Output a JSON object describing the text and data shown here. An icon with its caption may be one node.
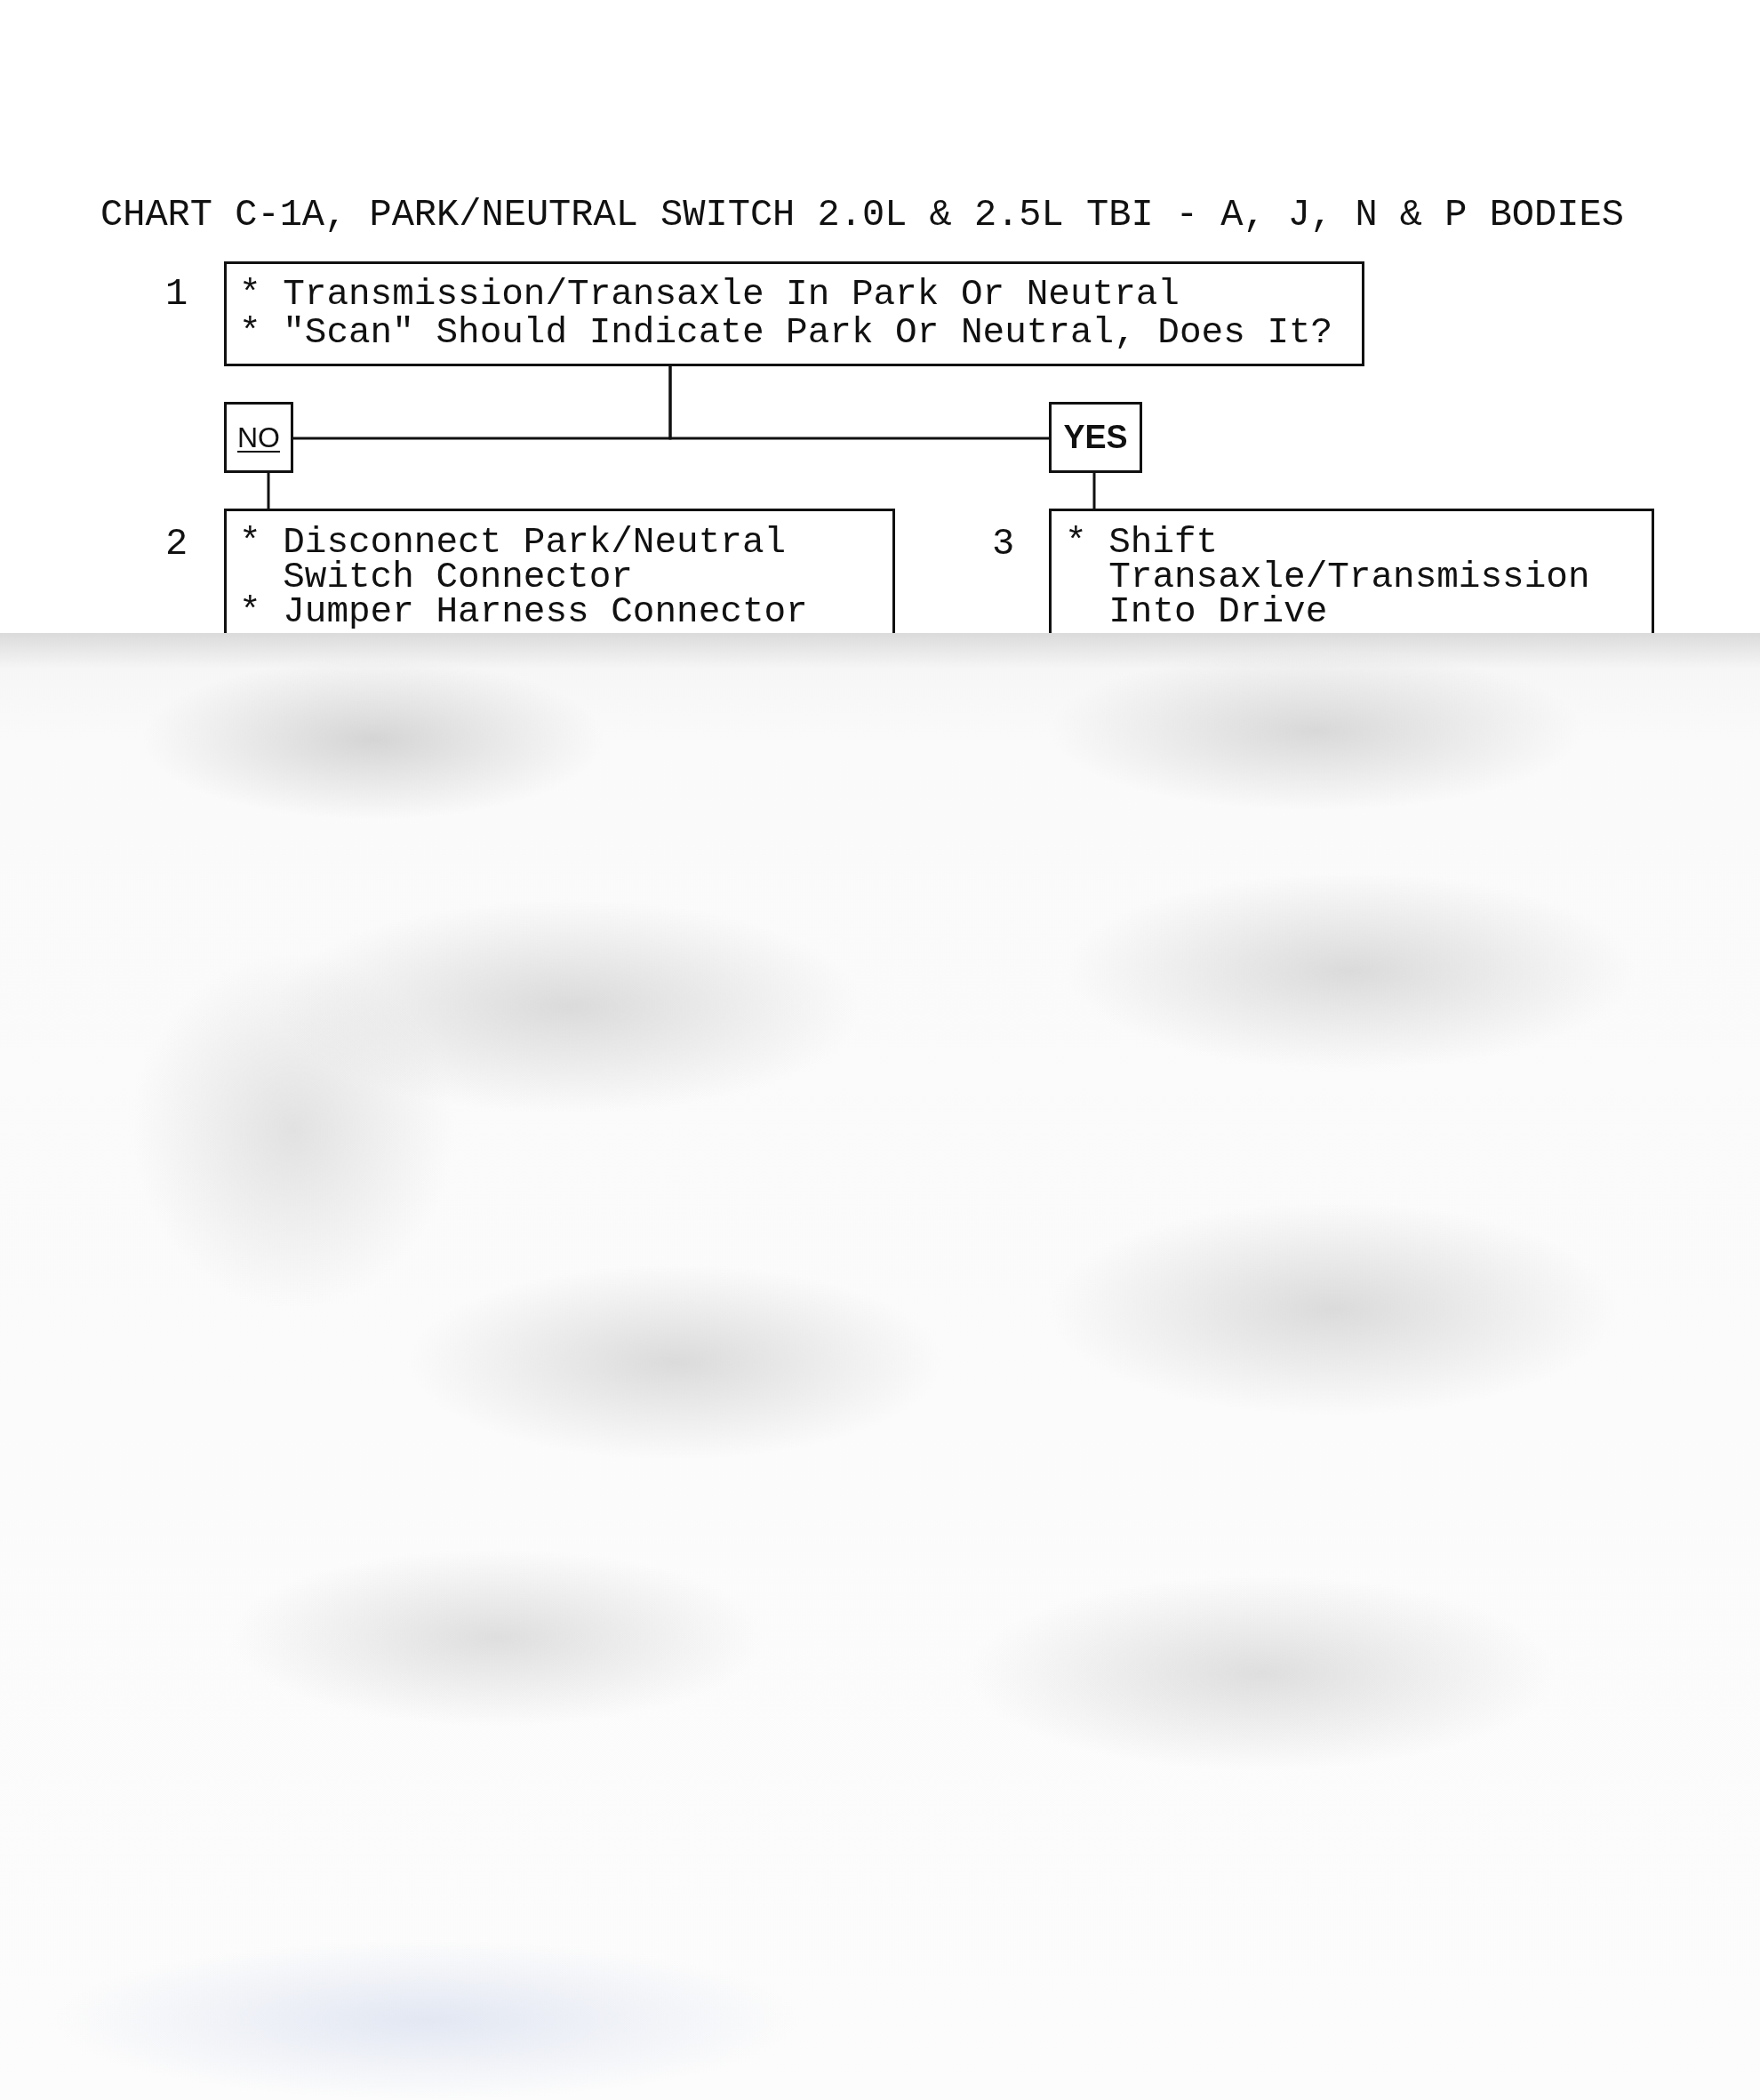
{
  "diagram": {
    "title": "CHART C-1A, PARK/NEUTRAL SWITCH 2.0L & 2.5L TBI - A, J, N & P BODIES",
    "nodes": [
      {
        "text": [
          "* Transmission/Transaxle In Park Or Neutral",
          "* \"Scan\" Should Indicate Park Or Neutral, Does It?"
        ],
        "beside": [
          "1"
        ]
      },
      {
        "text": [
          "NO"
        ]
      },
      {
        "text": [
          "YES"
        ]
      },
      {
        "text": [
          "* Disconnect Park/Neutral Switch Connector",
          "* Jumper Harness Connector"
        ],
        "beside": [
          "2"
        ]
      },
      {
        "text": [
          "* Shift Transaxle/Transmission Into Drive"
        ],
        "beside": [
          "3"
        ]
      }
    ],
    "edges": [
      {
        "from": 0,
        "to": 1,
        "arrow": "none"
      },
      {
        "from": 0,
        "to": 2,
        "arrow": "none"
      },
      {
        "from": 1,
        "to": 3,
        "arrow": "none"
      },
      {
        "from": 2,
        "to": 4,
        "arrow": "none"
      }
    ]
  }
}
